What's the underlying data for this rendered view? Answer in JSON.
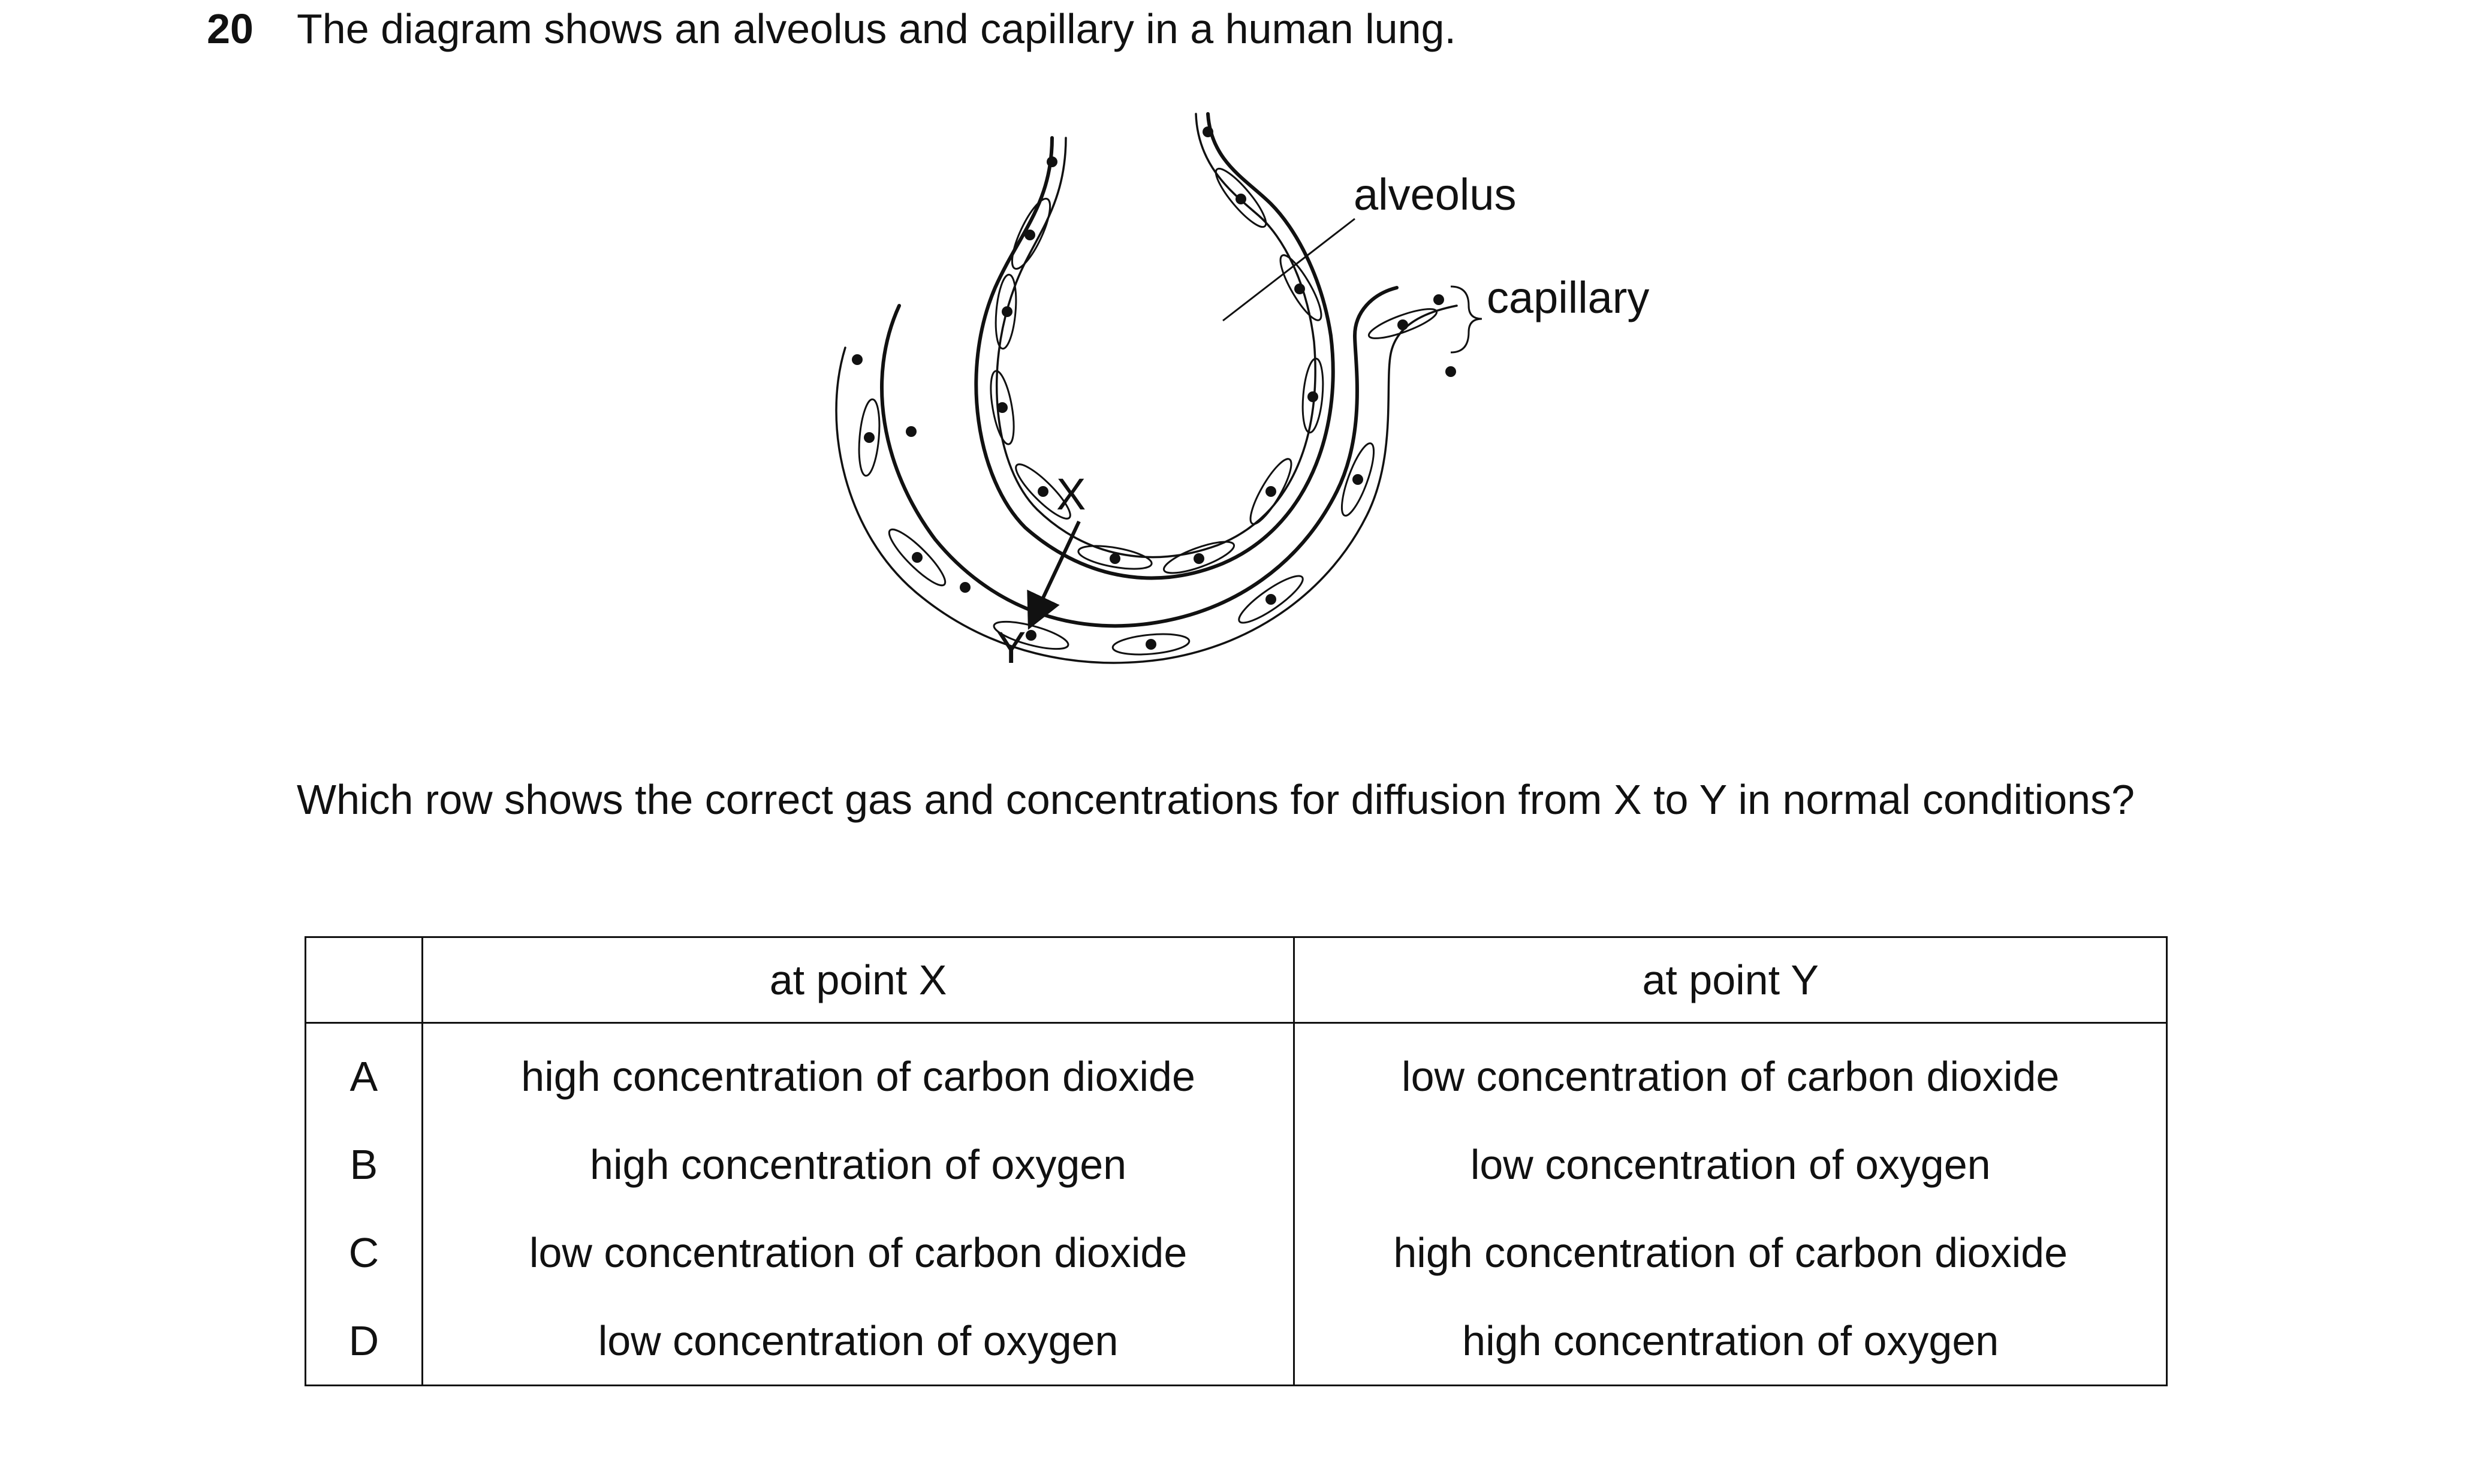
{
  "question": {
    "number": "20",
    "text": "The diagram shows an alveolus and capillary in a human lung.",
    "prompt": "Which row shows the correct gas and concentrations for diffusion from X to Y in normal conditions?"
  },
  "diagram": {
    "labels": {
      "alveolus": "alveolus",
      "capillary": "capillary",
      "x": "X",
      "y": "Y"
    }
  },
  "table": {
    "headers": [
      "",
      "at point X",
      "at point Y"
    ],
    "rows": [
      {
        "letter": "A",
        "x": "high concentration of carbon dioxide",
        "y": "low concentration of carbon dioxide"
      },
      {
        "letter": "B",
        "x": "high concentration of oxygen",
        "y": "low concentration of oxygen"
      },
      {
        "letter": "C",
        "x": "low concentration of carbon dioxide",
        "y": "high concentration of carbon dioxide"
      },
      {
        "letter": "D",
        "x": "low concentration of oxygen",
        "y": "high concentration of oxygen"
      }
    ]
  }
}
